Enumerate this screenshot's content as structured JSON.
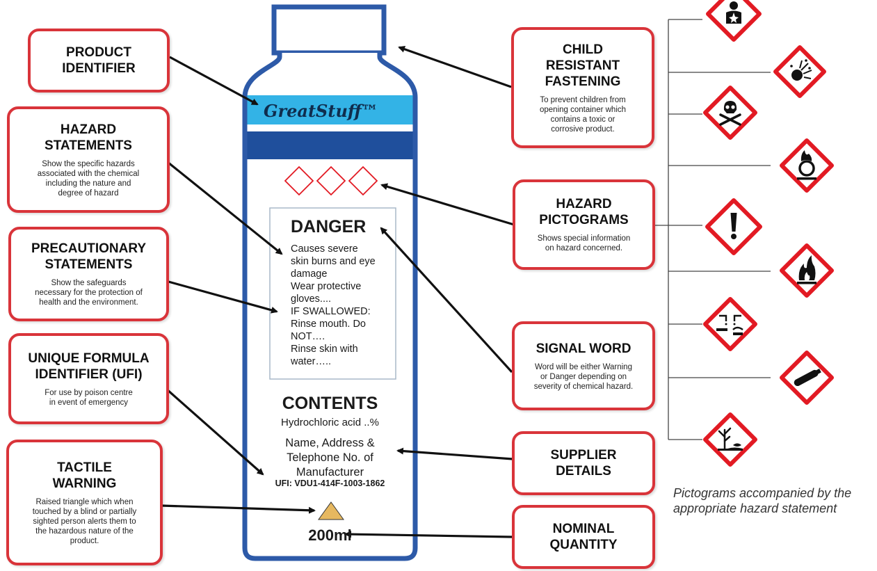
{
  "colors": {
    "box_border": "#d9343a",
    "bottle_outline": "#2d5aa8",
    "label_cyan": "#33b3e6",
    "label_navy": "#1f4f9c",
    "pictogram_red": "#e21a23",
    "tactile_triangle": "#e6b860"
  },
  "bottle": {
    "brand": "GreatStuff™",
    "signal_word": "DANGER",
    "hazard_text": "Causes severe\nskin burns and eye\ndamage\nWear protective\ngloves....\nIF SWALLOWED:\nRinse mouth. Do\nNOT….\nRinse skin with\nwater…..",
    "contents_title": "CONTENTS",
    "contents_substance": "Hydrochloric acid ..%",
    "supplier": "Name, Address &\nTelephone No. of\nManufacturer",
    "ufi": "UFI: VDU1-414F-1003-1862",
    "quantity": "200ml"
  },
  "callouts": {
    "product_identifier": {
      "title": "PRODUCT\nIDENTIFIER"
    },
    "hazard_statements": {
      "title": "HAZARD\nSTATEMENTS",
      "desc": "Show the specific hazards\nassociated with the chemical\nincluding the nature and\ndegree of hazard"
    },
    "precautionary_statements": {
      "title": "PRECAUTIONARY\nSTATEMENTS",
      "desc": "Show the safeguards\nnecessary for the protection of\nhealth and the environment."
    },
    "ufi": {
      "title": "UNIQUE FORMULA\nIDENTIFIER (UFI)",
      "desc": "For use by poison centre\nin event of emergency"
    },
    "tactile_warning": {
      "title": "TACTILE\nWARNING",
      "desc": "Raised triangle which when\ntouched by a blind or partially\nsighted person alerts them to\nthe hazardous nature of the\nproduct."
    },
    "child_resistant": {
      "title": "CHILD\nRESISTANT\nFASTENING",
      "desc": "To prevent children from\nopening container which\ncontains a toxic or\ncorrosive product."
    },
    "hazard_pictograms": {
      "title": "HAZARD\nPICTOGRAMS",
      "desc": "Shows special information\non hazard concerned."
    },
    "signal_word": {
      "title": "SIGNAL WORD",
      "desc": "Word will be either Warning\nor Danger depending on\nseverity of chemical hazard."
    },
    "supplier_details": {
      "title": "SUPPLIER\nDETAILS"
    },
    "nominal_quantity": {
      "title": "NOMINAL\nQUANTITY"
    }
  },
  "pictograms": [
    {
      "icon": "health-hazard-icon"
    },
    {
      "icon": "explosive-icon"
    },
    {
      "icon": "toxic-skull-icon"
    },
    {
      "icon": "oxidising-icon"
    },
    {
      "icon": "exclamation-icon"
    },
    {
      "icon": "flammable-icon"
    },
    {
      "icon": "corrosive-icon"
    },
    {
      "icon": "gas-cylinder-icon"
    },
    {
      "icon": "environment-icon"
    }
  ],
  "note": "Pictograms accompanied by the\nappropriate hazard statement"
}
